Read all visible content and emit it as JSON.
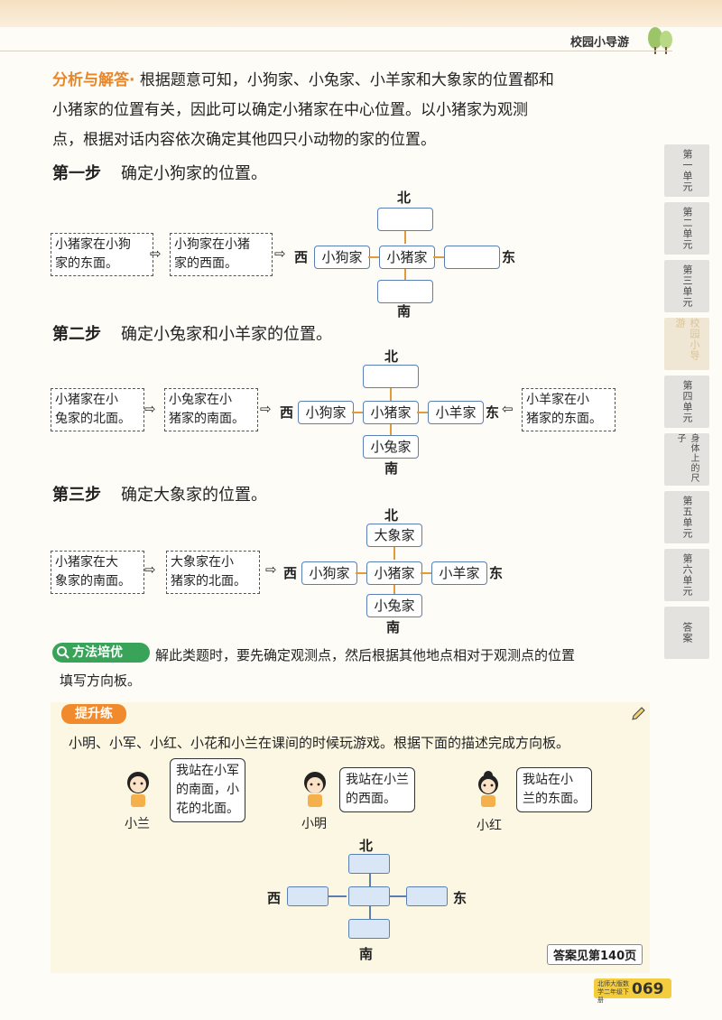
{
  "header": {
    "title": "校园小导游"
  },
  "side_tabs": [
    {
      "label": "第一单元"
    },
    {
      "label": "第二单元"
    },
    {
      "label": "第三单元"
    },
    {
      "label": "校园小导游"
    },
    {
      "label": "第四单元"
    },
    {
      "label": "身体上的尺子"
    },
    {
      "label": "第五单元"
    },
    {
      "label": "第六单元"
    },
    {
      "label": "答案"
    }
  ],
  "analysis": {
    "tag": "分析与解答",
    "line1": "根据题意可知，小狗家、小兔家、小羊家和大象家的位置都和",
    "line2": "小猪家的位置有关，因此可以确定小猪家在中心位置。以小猪家为观测",
    "line3": "点，根据对话内容依次确定其他四只小动物的家的位置。"
  },
  "steps": [
    {
      "label": "第一步",
      "title": "确定小狗家的位置。",
      "notes": [
        [
          "小猪家在小狗",
          "家的东面。"
        ],
        [
          "小狗家在小猪",
          "家的西面。"
        ]
      ],
      "right_note": null,
      "board": {
        "north": "",
        "west": "小狗家",
        "center": "小猪家",
        "east": "",
        "south": ""
      }
    },
    {
      "label": "第二步",
      "title": "确定小兔家和小羊家的位置。",
      "notes": [
        [
          "小猪家在小",
          "兔家的北面。"
        ],
        [
          "小兔家在小",
          "猪家的南面。"
        ]
      ],
      "right_note": [
        "小羊家在小",
        "猪家的东面。"
      ],
      "board": {
        "north": "",
        "west": "小狗家",
        "center": "小猪家",
        "east": "小羊家",
        "south": "小兔家"
      }
    },
    {
      "label": "第三步",
      "title": "确定大象家的位置。",
      "notes": [
        [
          "小猪家在大",
          "象家的南面。"
        ],
        [
          "大象家在小",
          "猪家的北面。"
        ]
      ],
      "right_note": null,
      "board": {
        "north": "大象家",
        "west": "小狗家",
        "center": "小猪家",
        "east": "小羊家",
        "south": "小兔家"
      }
    }
  ],
  "directions": {
    "north": "北",
    "south": "南",
    "east": "东",
    "west": "西"
  },
  "method": {
    "tag": "方法培优",
    "line1": "解此类题时，要先确定观测点，然后根据其他地点相对于观测点的位置",
    "line2": "填写方向板。"
  },
  "practice": {
    "tag": "提升练",
    "question": "小明、小军、小红、小花和小兰在课间的时候玩游戏。根据下面的描述完成方向板。",
    "kids": [
      {
        "name": "小兰",
        "speech": [
          "我站在小军",
          "的南面，小",
          "花的北面。"
        ]
      },
      {
        "name": "小明",
        "speech": [
          "我站在小兰",
          "的西面。"
        ]
      },
      {
        "name": "小红",
        "speech": [
          "我站在小",
          "兰的东面。"
        ]
      }
    ],
    "answer_ref": "答案见第140页"
  },
  "footer": {
    "page_number": "069",
    "small_text": "北师大版数学二年级下册"
  },
  "colors": {
    "accent": "#e8862a",
    "box_border": "#5a7fb5",
    "method_green": "#3aa35a",
    "practice_orange": "#f08a2c"
  }
}
